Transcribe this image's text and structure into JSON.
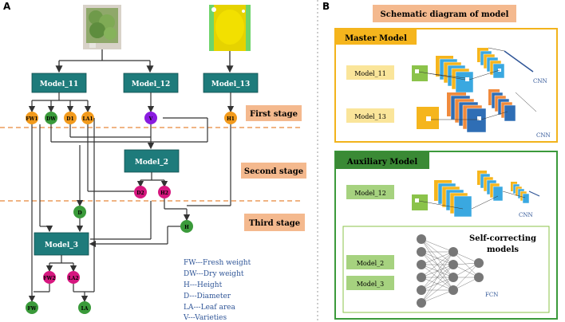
{
  "panel_a": {
    "letter": "A",
    "models": {
      "m11": "Model_11",
      "m12": "Model_12",
      "m13": "Model_13",
      "m2": "Model_2",
      "m3": "Model_3"
    },
    "nodes": {
      "fw1": "FW1",
      "dw": "DW",
      "d1": "D1",
      "la1": "LA1",
      "v": "V",
      "h1": "H1",
      "d2a": "D2",
      "d2b": "H2",
      "d": "D",
      "h": "H",
      "fw2": "FW2",
      "la2": "LA2",
      "fw": "FW",
      "la": "LA"
    },
    "stages": {
      "first": "First stage",
      "second": "Second stage",
      "third": "Third stage"
    },
    "legend": [
      "FW---Fresh weight",
      "DW---Dry weight",
      "H---Height",
      "D---Diameter",
      "LA---Leaf area",
      "V---Varieties"
    ]
  },
  "panel_b": {
    "letter": "B",
    "title": "Schematic diagram of model",
    "master": {
      "title": "Master Model",
      "model_a": "Model_11",
      "model_b": "Model_13",
      "net_a": "CNN",
      "net_b": "CNN"
    },
    "auxiliary": {
      "title": "Auxiliary Model",
      "model_a": "Model_12",
      "net_a": "CNN",
      "self_title_1": "Self-correcting",
      "self_title_2": "models",
      "model_b": "Model_2",
      "model_c": "Model_3",
      "net_b": "FCN"
    }
  },
  "colors": {
    "model_box": "#1e7b7b",
    "orange_node": "#f29a1c",
    "green_node": "#3a9a3a",
    "magenta_node": "#d6177f",
    "purple_node": "#8a1be0",
    "stage_label_bg": "#f4b98e",
    "dashed_line": "#e8863a",
    "master_border": "#f2b31c",
    "master_title_bg": "#f5b51d",
    "aux_border": "#3b9a3b",
    "aux_title_bg": "#3a8a35",
    "yellow_model_bg": "#fae59a",
    "green_model_bg": "#a6d27f",
    "legend_text": "#2f5597"
  }
}
